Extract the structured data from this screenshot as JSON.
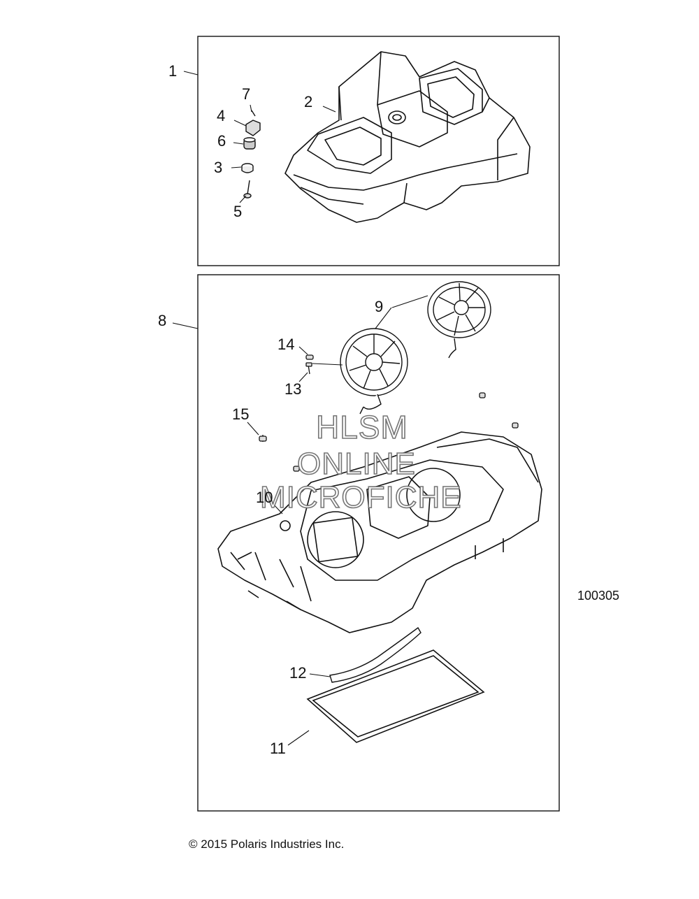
{
  "callouts": [
    "1",
    "2",
    "3",
    "4",
    "5",
    "6",
    "7",
    "8",
    "9",
    "10",
    "11",
    "12",
    "13",
    "14",
    "15"
  ],
  "drawing_id": "100305",
  "copyright": "© 2015 Polaris Industries Inc.",
  "watermark": [
    "HLSM",
    "ONLINE",
    "MICROFICHE"
  ]
}
